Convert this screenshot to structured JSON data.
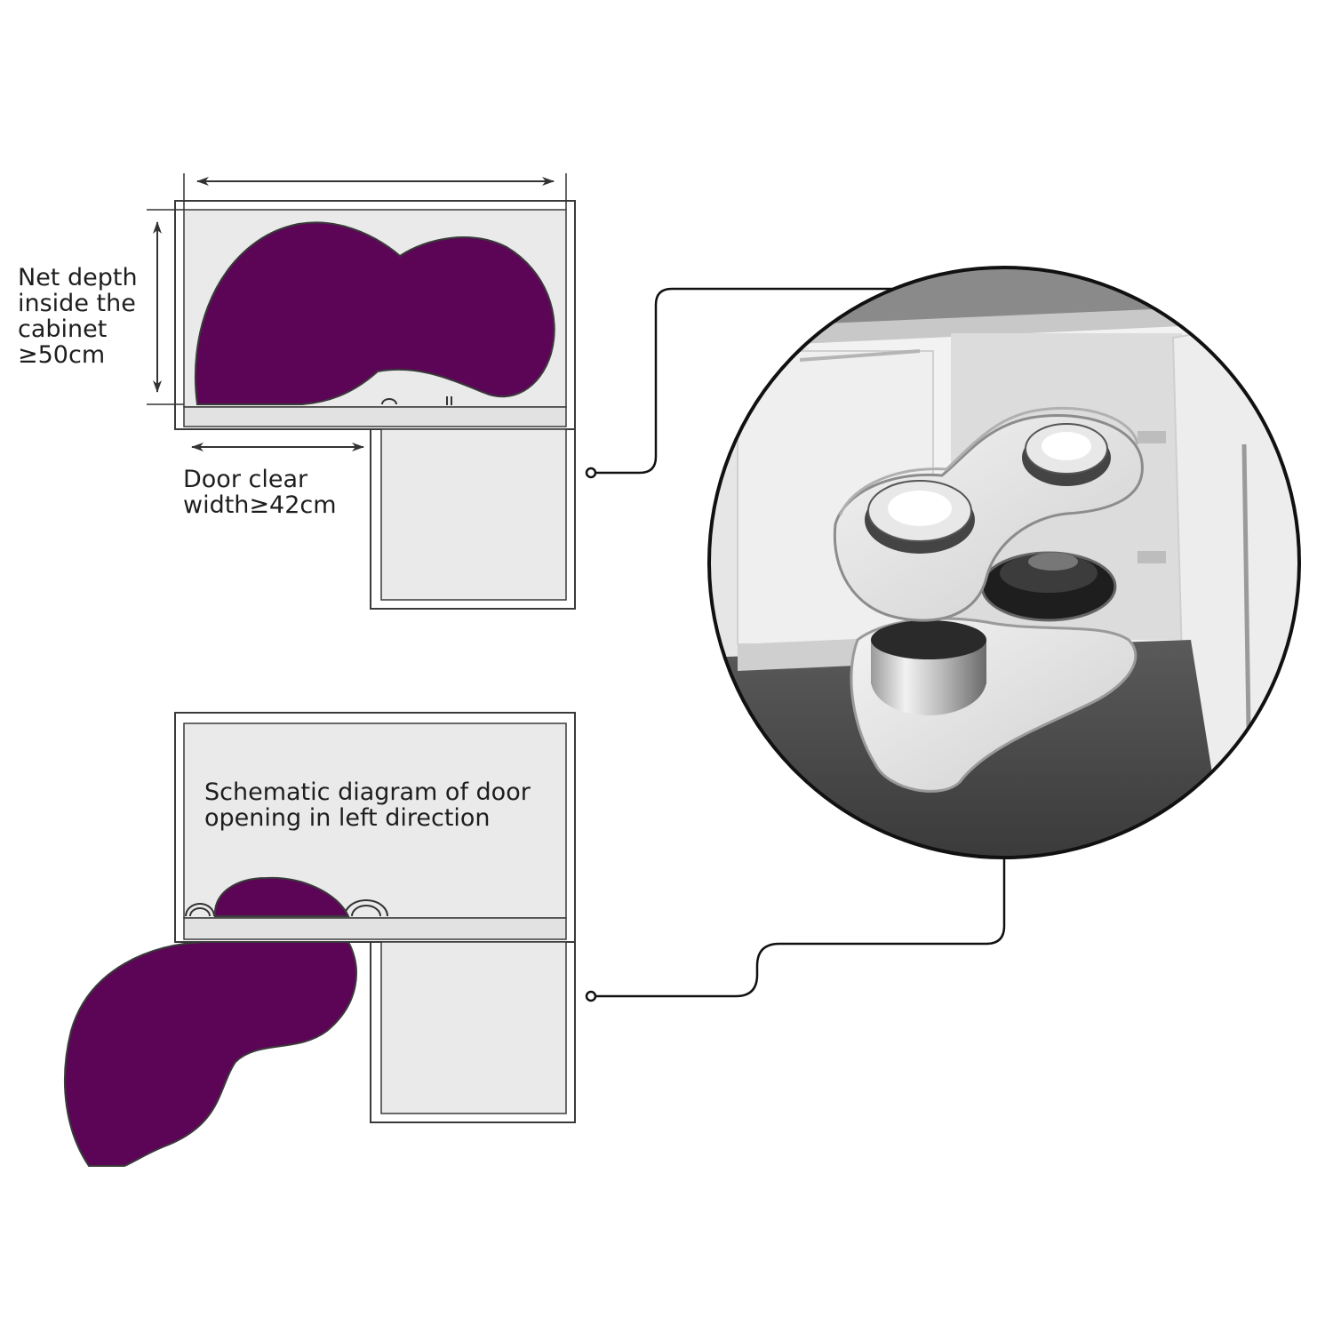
{
  "top_diagram": {
    "net_depth_label": "Net depth\ninside the\ncabinet\n≥50cm",
    "door_clear_label": "Door clear\nwidth≥42cm"
  },
  "bottom_diagram": {
    "caption": "Schematic diagram of door\nopening in left direction"
  },
  "colors": {
    "basket_fill": "#5c0557",
    "cabinet_fill": "#eaeaea",
    "outline": "#3a3a3a",
    "photo_border": "#111111"
  },
  "icons": [
    "basket-shape",
    "dimension-arrow",
    "callout-dot",
    "product-photo"
  ]
}
